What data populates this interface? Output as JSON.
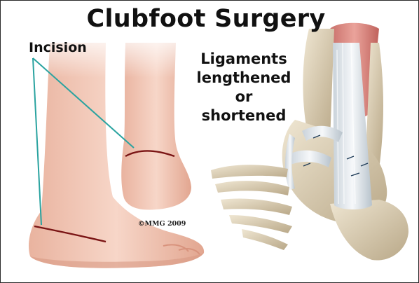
{
  "title": "Clubfoot Surgery",
  "incision_label": "Incision",
  "ligaments_label": [
    "Ligaments",
    "lengthened",
    "or",
    "shortened"
  ],
  "copyright": "©MMG 2009",
  "colors": {
    "background": "#ffffff",
    "skin": "#f0c3b2",
    "incision_line": "#7a1414",
    "leader_line": "#2aa3a0",
    "bone": "#d9cdb4",
    "ligament": "#e8edf2",
    "muscle": "#d98c86"
  }
}
